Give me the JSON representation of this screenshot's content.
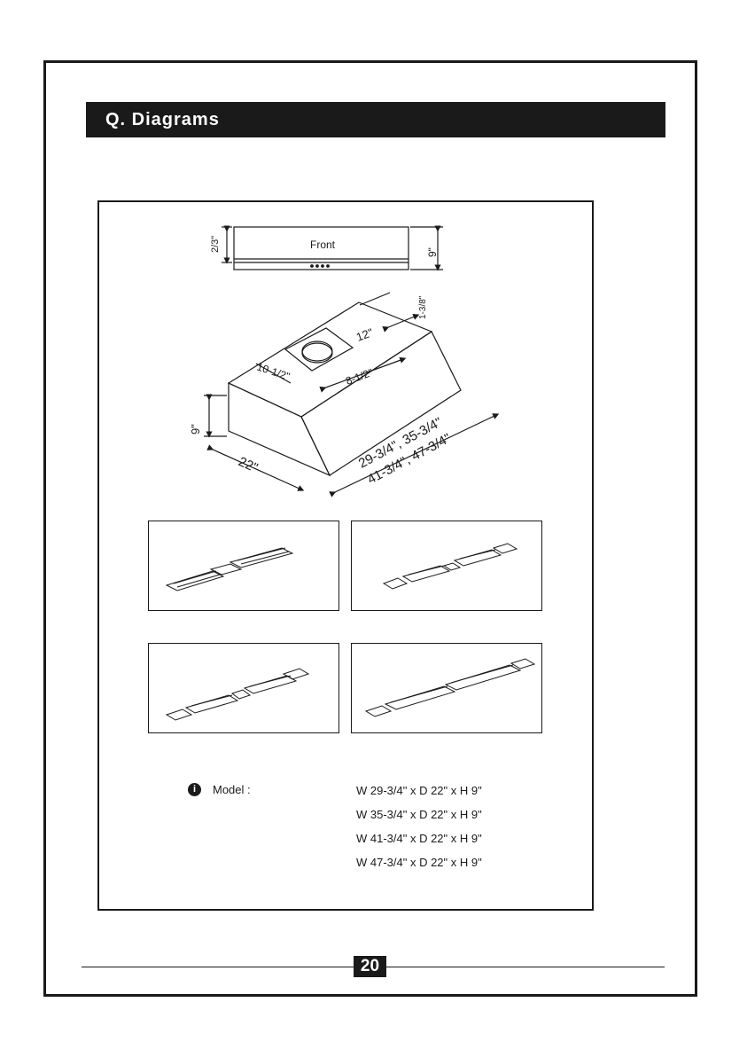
{
  "header": {
    "title": "Q. Diagrams"
  },
  "front_view": {
    "label": "Front",
    "dim_top": "2/3\"",
    "dim_height": "9\"",
    "dim_bottom": "1-3/8\""
  },
  "iso_view": {
    "dim_12": "12\"",
    "dim_10_5": "10-1/2\"",
    "dim_8_5": "8-1/2\"",
    "dim_9": "9\"",
    "dim_22": "22\"",
    "dim_widths_a": "29-3/4\", 35-3/4\"",
    "dim_widths_b": "41-3/4\", 47-3/4\""
  },
  "model": {
    "icon": "info-icon",
    "icon_glyph": "i",
    "label": "Model :",
    "sizes": [
      "W 29-3/4\" x D 22\" x H 9\"",
      "W 35-3/4\" x D 22\" x H 9\"",
      "W 41-3/4\" x D 22\" x H 9\"",
      "W 47-3/4\" x D 22\" x H 9\""
    ]
  },
  "page_number": "20"
}
